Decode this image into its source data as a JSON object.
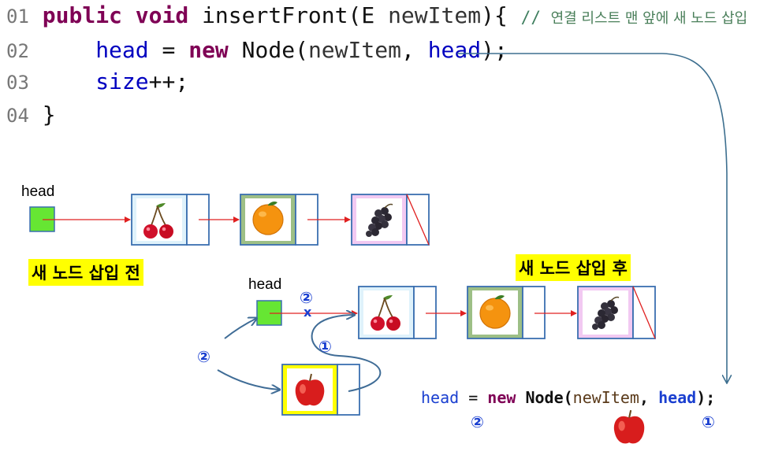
{
  "code": {
    "lines": [
      {
        "num": "01",
        "t1": "public void ",
        "t2": "insertFront(E ",
        "t3": "newItem",
        "t4": "){ ",
        "comment": "// ",
        "comment_kr": "연결 리스트 맨 앞에 새 노드 삽입"
      },
      {
        "num": "02",
        "var1": "head",
        "eq": " = ",
        "kw": "new",
        "t2": " Node(",
        "param": "newItem",
        "comma": ", ",
        "var2": "head",
        "end": ");"
      },
      {
        "num": "03",
        "var": "size",
        "end": "++;"
      },
      {
        "num": "04",
        "end": "}"
      }
    ]
  },
  "before": {
    "label": "새 노드 삽입 전",
    "head_label": "head",
    "nodes": [
      "cherry",
      "orange",
      "grape"
    ]
  },
  "after": {
    "label": "새 노드 삽입 후",
    "head_label": "head",
    "nodes": [
      "cherry",
      "orange",
      "grape"
    ],
    "new_node": "apple",
    "mark_x": "x",
    "step1": "①",
    "step2": "②"
  },
  "bottom_code": {
    "var1": "head",
    "eq": " = ",
    "kw": "new",
    "fn": " Node(",
    "param": "newItem",
    "comma": ", ",
    "var2": "head",
    "end": ");",
    "under_left": "②",
    "under_right": "①"
  },
  "colors": {
    "node_border": "#3a6fb0",
    "arrow": "#e02020",
    "head_box": "#66e633",
    "curve": "#3f6c96"
  }
}
